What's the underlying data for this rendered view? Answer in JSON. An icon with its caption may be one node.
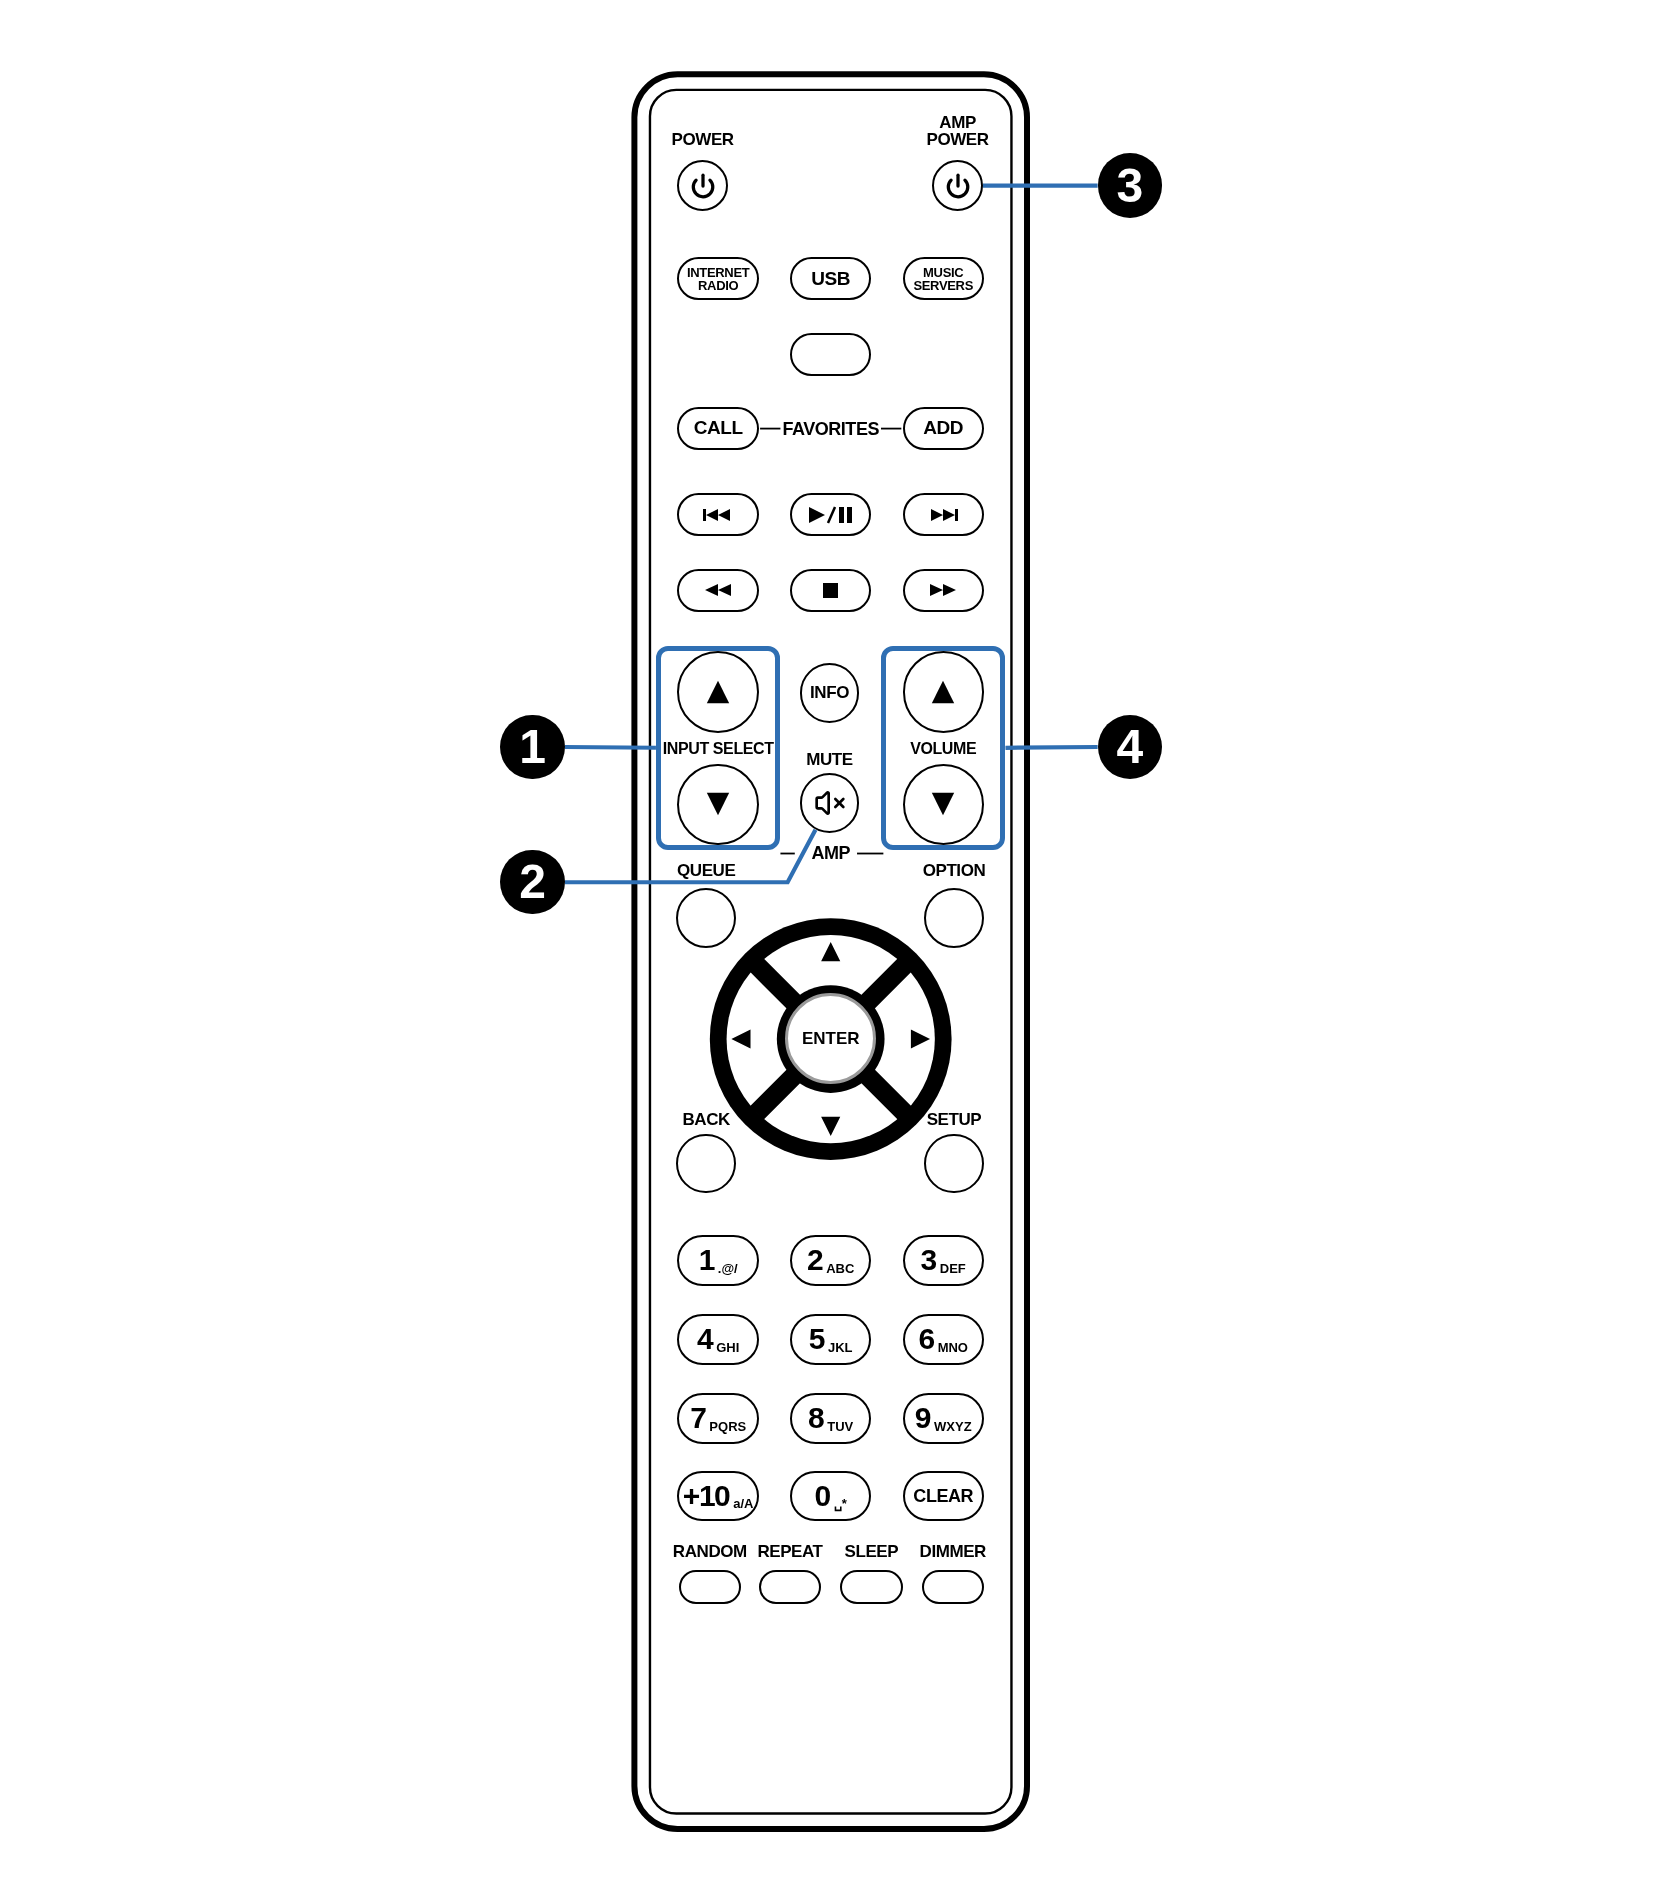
{
  "diagram": {
    "nodes": [
      {
        "text": [
          "POWER"
        ]
      },
      {
        "text": [
          "AMP POWER"
        ]
      },
      {
        "text": [
          "3"
        ]
      },
      {
        "text": [
          "INTERNET RADIO"
        ]
      },
      {
        "text": [
          "USB"
        ]
      },
      {
        "text": [
          "MUSIC SERVERS"
        ]
      },
      {
        "text": [],
        "shape": "oval"
      },
      {
        "text": [
          "CALL"
        ]
      },
      {
        "text": [
          "ADD"
        ]
      },
      {
        "text": [],
        "shape": "oval"
      },
      {
        "text": [],
        "shape": "oval"
      },
      {
        "text": [],
        "shape": "oval"
      },
      {
        "text": [],
        "shape": "oval"
      },
      {
        "text": [],
        "shape": "oval"
      },
      {
        "text": [],
        "shape": "oval"
      },
      {
        "text": [
          "1"
        ]
      },
      {
        "text": [
          "INPUT SELECT"
        ]
      },
      {
        "text": [],
        "shape": "circle",
        "in": 16
      },
      {
        "text": [],
        "shape": "circle",
        "in": 16
      },
      {
        "text": [
          "INFO"
        ]
      },
      {
        "text": [
          "MUTE"
        ]
      },
      {
        "text": [
          "VOLUME"
        ]
      },
      {
        "text": [],
        "shape": "circle",
        "in": 21
      },
      {
        "text": [],
        "shape": "circle",
        "in": 21
      },
      {
        "text": [
          "4"
        ]
      },
      {
        "text": [
          "2"
        ]
      },
      {
        "text": [
          "QUEUE"
        ]
      },
      {
        "text": [
          "OPTION"
        ]
      },
      {
        "text": [
          "ENTER"
        ]
      },
      {
        "text": [
          "BACK"
        ]
      },
      {
        "text": [
          "SETUP"
        ]
      },
      {
        "text": [
          "1",
          ".@/"
        ]
      },
      {
        "text": [
          "2",
          "ABC"
        ]
      },
      {
        "text": [
          "3",
          "DEF"
        ]
      },
      {
        "text": [
          "4",
          "GHI"
        ]
      },
      {
        "text": [
          "5",
          "JKL"
        ]
      },
      {
        "text": [
          "6",
          "MNO"
        ]
      },
      {
        "text": [
          "7",
          "PQRS"
        ]
      },
      {
        "text": [
          "8",
          "TUV"
        ]
      },
      {
        "text": [
          "9",
          "WXYZ"
        ]
      },
      {
        "text": [
          "+10",
          "a/A"
        ]
      },
      {
        "text": [
          "0",
          "␣*"
        ]
      },
      {
        "text": [
          "CLEAR"
        ]
      },
      {
        "text": [
          "RANDOM"
        ]
      },
      {
        "text": [
          "REPEAT"
        ]
      },
      {
        "text": [
          "SLEEP"
        ]
      },
      {
        "text": [
          "DIMMER"
        ]
      }
    ],
    "edges": [
      {
        "from": 15,
        "to": 16,
        "arrow": "none"
      },
      {
        "from": 25,
        "to": 20,
        "arrow": "none"
      },
      {
        "from": 2,
        "to": 1,
        "arrow": "none"
      },
      {
        "from": 24,
        "to": 21,
        "arrow": "none"
      }
    ],
    "labels": [
      "FAVORITES",
      "AMP"
    ]
  }
}
